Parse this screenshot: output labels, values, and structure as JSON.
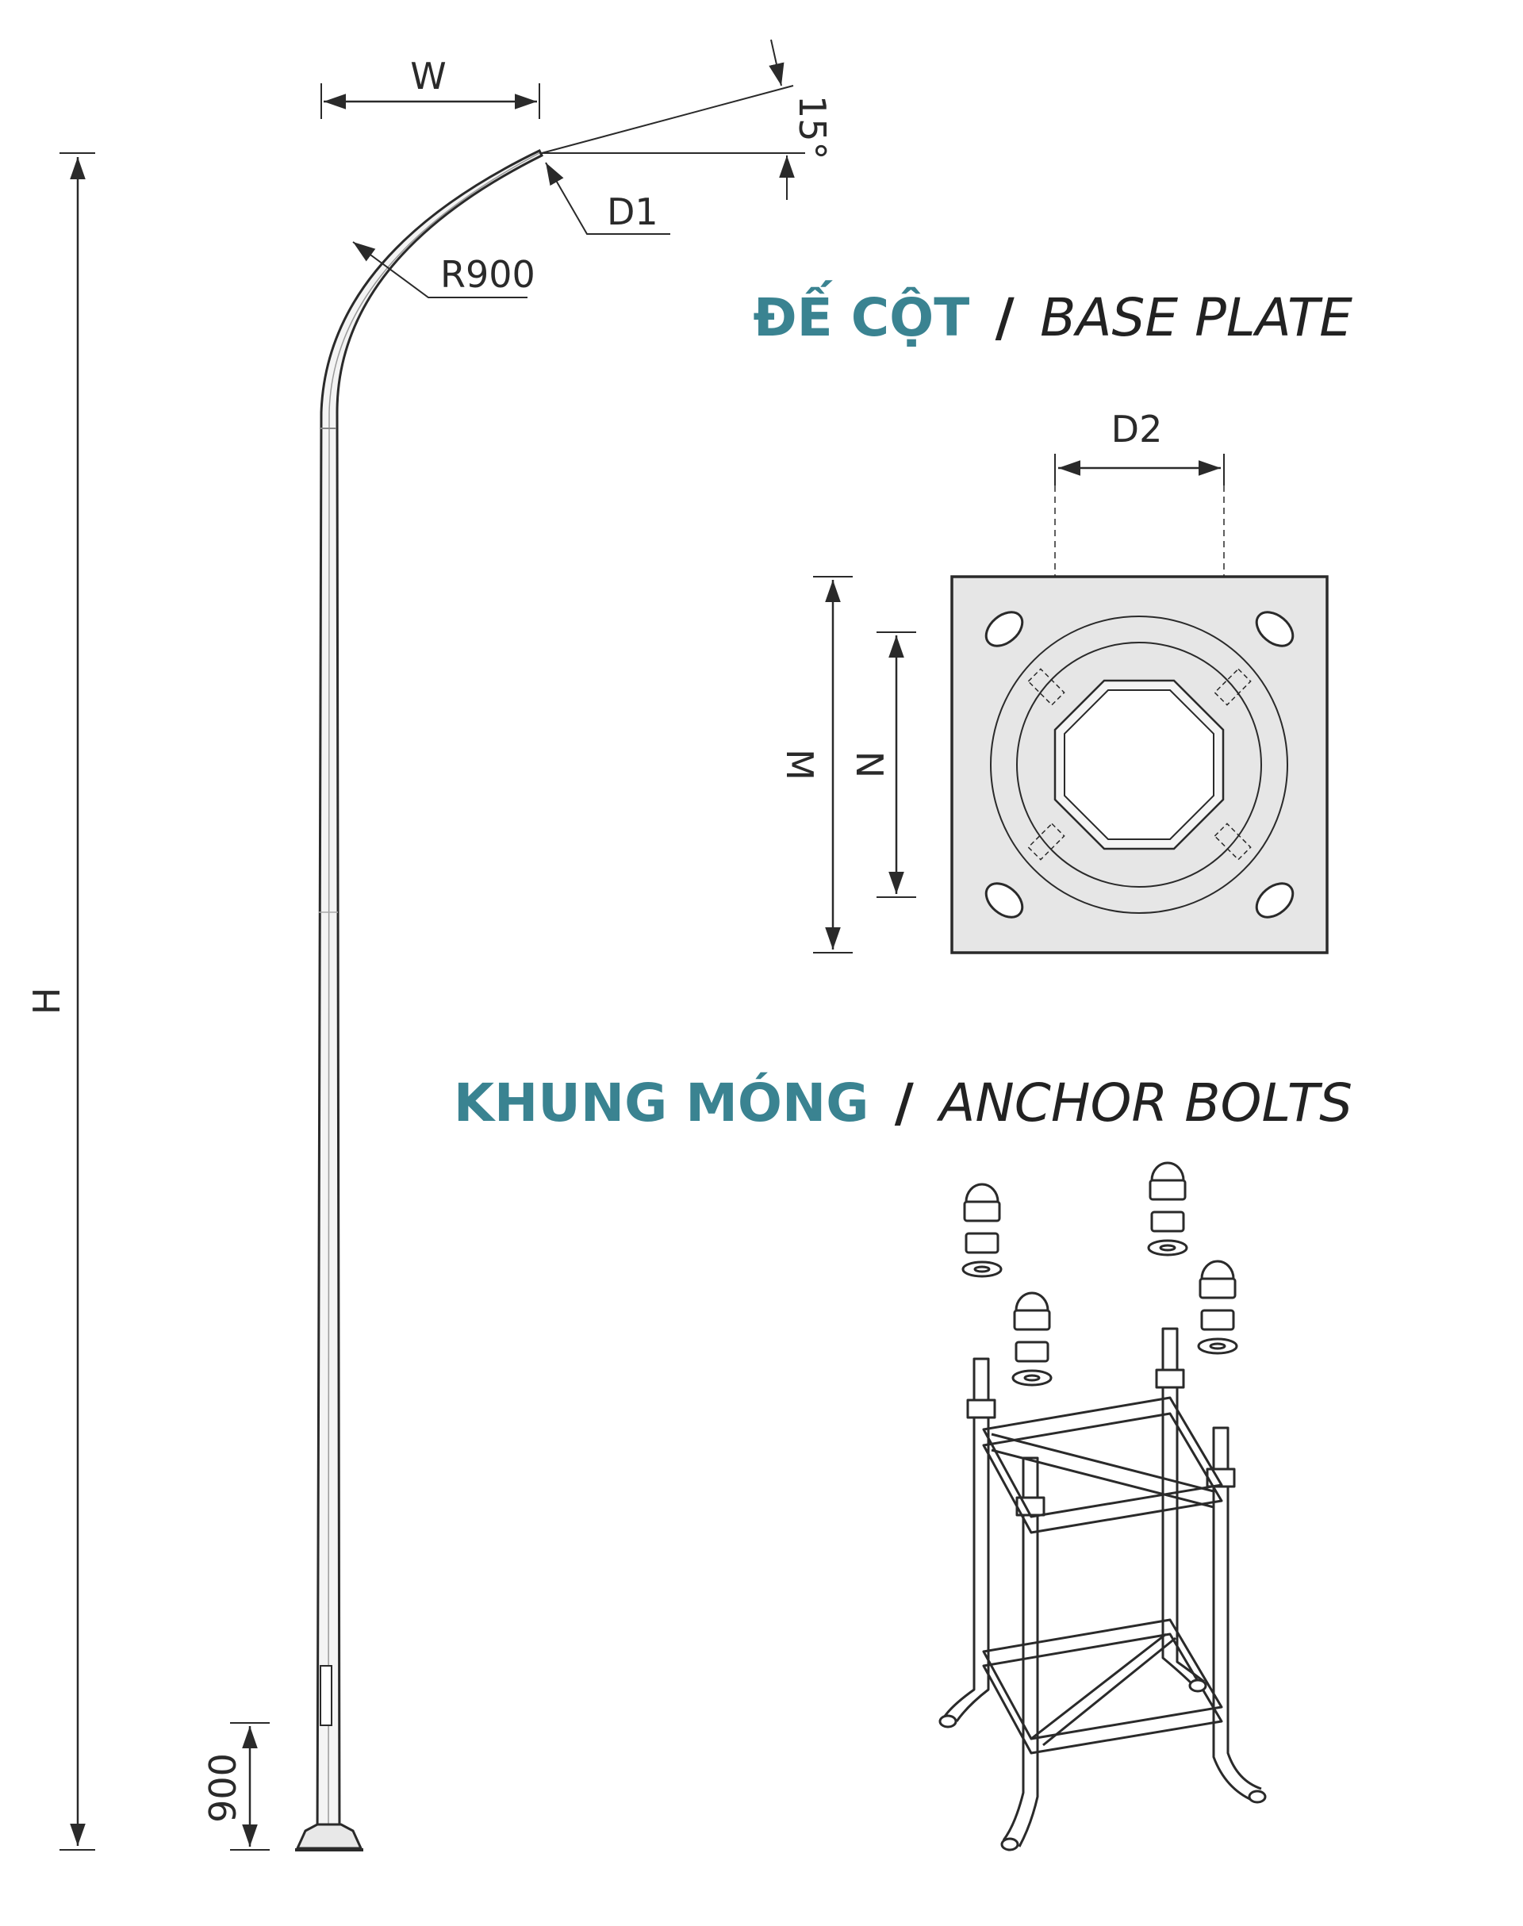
{
  "labels": {
    "arm_width": "W",
    "angle": "15°",
    "top_diameter": "D1",
    "bend_radius": "R900",
    "height": "H",
    "door_height": "900",
    "bolt_spacing": "D2",
    "plate_m": "M",
    "plate_n": "N"
  },
  "titles": {
    "base_plate_vi": "ĐẾ CỘT",
    "base_plate_sep": "/",
    "base_plate_en": "BASE PLATE",
    "anchor_vi": "KHUNG MÓNG",
    "anchor_sep": "/",
    "anchor_en": "ANCHOR BOLTS"
  },
  "colors": {
    "accent": "#3a8391",
    "line": "#2a2a2a",
    "plate_fill": "#e6e6e6"
  }
}
